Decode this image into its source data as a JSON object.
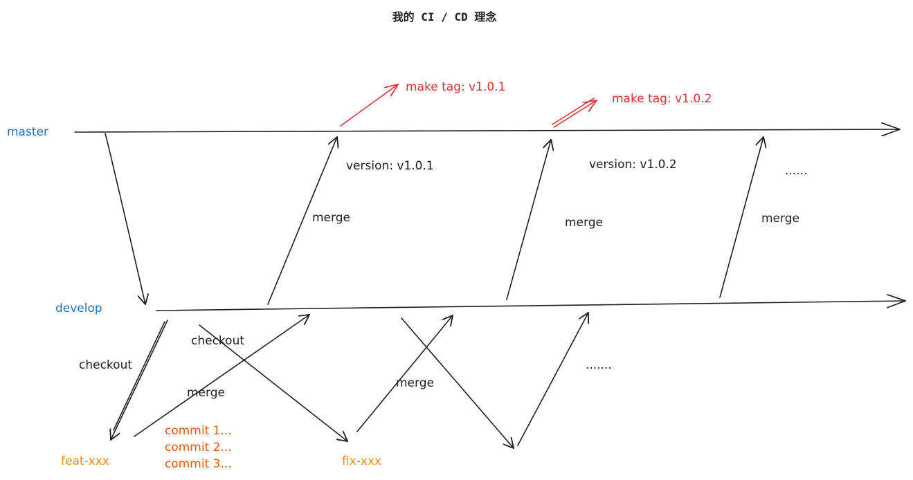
{
  "title": "我的 CI / CD 理念",
  "branches": {
    "master": "master",
    "develop": "develop",
    "feat": "feat-xxx",
    "fix": "fix-xxx"
  },
  "tags": {
    "tag1": "make tag: v1.0.1",
    "tag2": "make tag: v1.0.2"
  },
  "versions": {
    "v1": "version: v1.0.1",
    "v2": "version: v1.0.2",
    "more": "......"
  },
  "labels": {
    "merge": "merge",
    "checkout": "checkout",
    "more_dev": "......."
  },
  "commits": [
    "commit 1...",
    "commit 2...",
    "commit 3..."
  ],
  "colors": {
    "text": "#1e1e1e",
    "branch_main": "#1971c2",
    "branch_topic": "#f08c00",
    "commit": "#e8590c",
    "tag": "#e03131"
  }
}
